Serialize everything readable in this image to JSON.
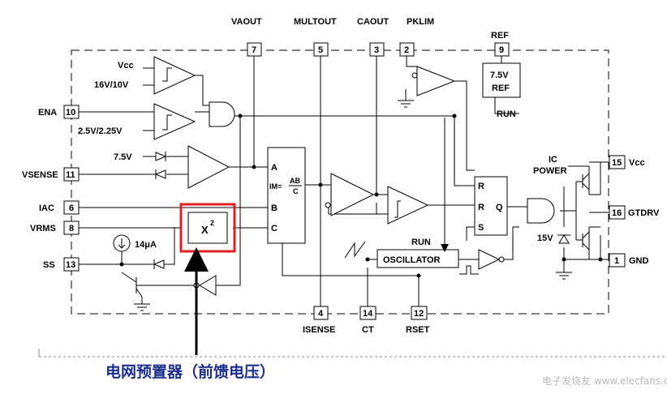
{
  "top_labels": {
    "vaout": "VAOUT",
    "multout": "MULTOUT",
    "caout": "CAOUT",
    "pklim": "PKLIM",
    "ref": "REF"
  },
  "pins": {
    "p7": "7",
    "p5": "5",
    "p3": "3",
    "p2": "2",
    "p9": "9",
    "p10": "10",
    "p11": "11",
    "p6": "6",
    "p8": "8",
    "p13": "13",
    "p4": "4",
    "p14": "14",
    "p12": "12",
    "p15": "15",
    "p16": "16",
    "p1": "1"
  },
  "left_labels": {
    "vcc": "Vcc",
    "v16": "16V/10V",
    "ena": "ENA",
    "v25": "2.5V/2.25V",
    "v75": "7.5V",
    "vsense": "VSENSE",
    "iac": "IAC",
    "vrms": "VRMS",
    "ss": "SS",
    "i14": "14μA"
  },
  "right_labels": {
    "vcc": "Vcc",
    "gtdrv": "GTDRV",
    "gnd": "GND",
    "ic_power_1": "IC",
    "ic_power_2": "POWER",
    "v15": "15V"
  },
  "bottom_labels": {
    "isense": "ISENSE",
    "ct": "CT",
    "rset": "RSET"
  },
  "blocks": {
    "ref_1": "7.5V",
    "ref_2": "REF",
    "run_top": "RUN",
    "mult_a": "A",
    "mult_b": "B",
    "mult_c": "C",
    "im_eq": "IM=",
    "ab": "AB",
    "c": "C",
    "x2": "X",
    "x2_exp": "2",
    "ff_r1": "R",
    "ff_r2": "R",
    "ff_s": "S",
    "ff_q": "Q",
    "oscillator": "OSCILLATOR",
    "run_osc": "RUN"
  },
  "caption": "电网预置器（前馈电压）",
  "watermark": "电子发烧友  www.elecfans.com",
  "colors": {
    "highlight": "#e02020",
    "caption": "#1c2f8c",
    "arrow": "#000000"
  }
}
